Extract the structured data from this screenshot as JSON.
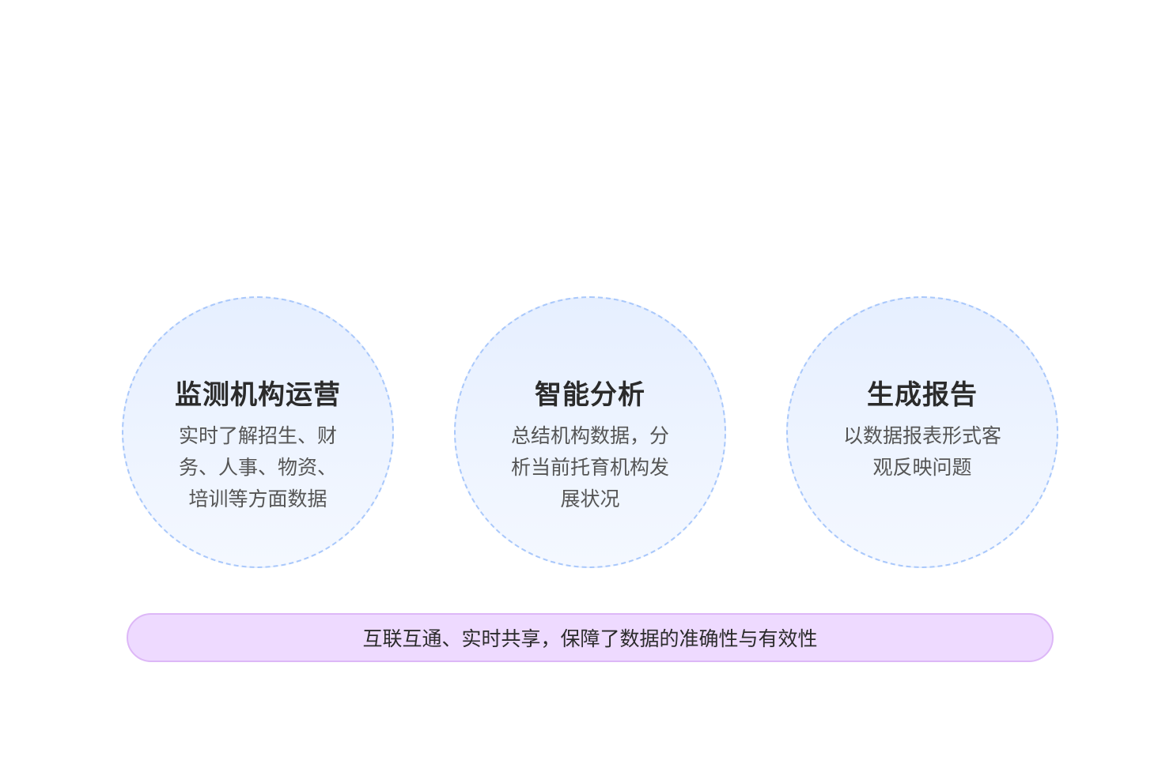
{
  "cards": [
    {
      "title": "监测机构运营",
      "lines": [
        "实时了解招生、财",
        "务、人事、物资、",
        "培训等方面数据"
      ]
    },
    {
      "title": "智能分析",
      "lines": [
        "总结机构数据，分",
        "析当前托育机构发",
        "展状况"
      ]
    },
    {
      "title": "生成报告",
      "lines": [
        "以数据报表形式客",
        "观反映问题"
      ]
    }
  ],
  "banner": {
    "text": "互联互通、实时共享，保障了数据的准确性与有效性"
  },
  "colors": {
    "circle_border": "#a9c8fb",
    "circle_fill": "#e6efff",
    "banner_fill": "#eedaff",
    "banner_border": "#ddb7f7"
  }
}
